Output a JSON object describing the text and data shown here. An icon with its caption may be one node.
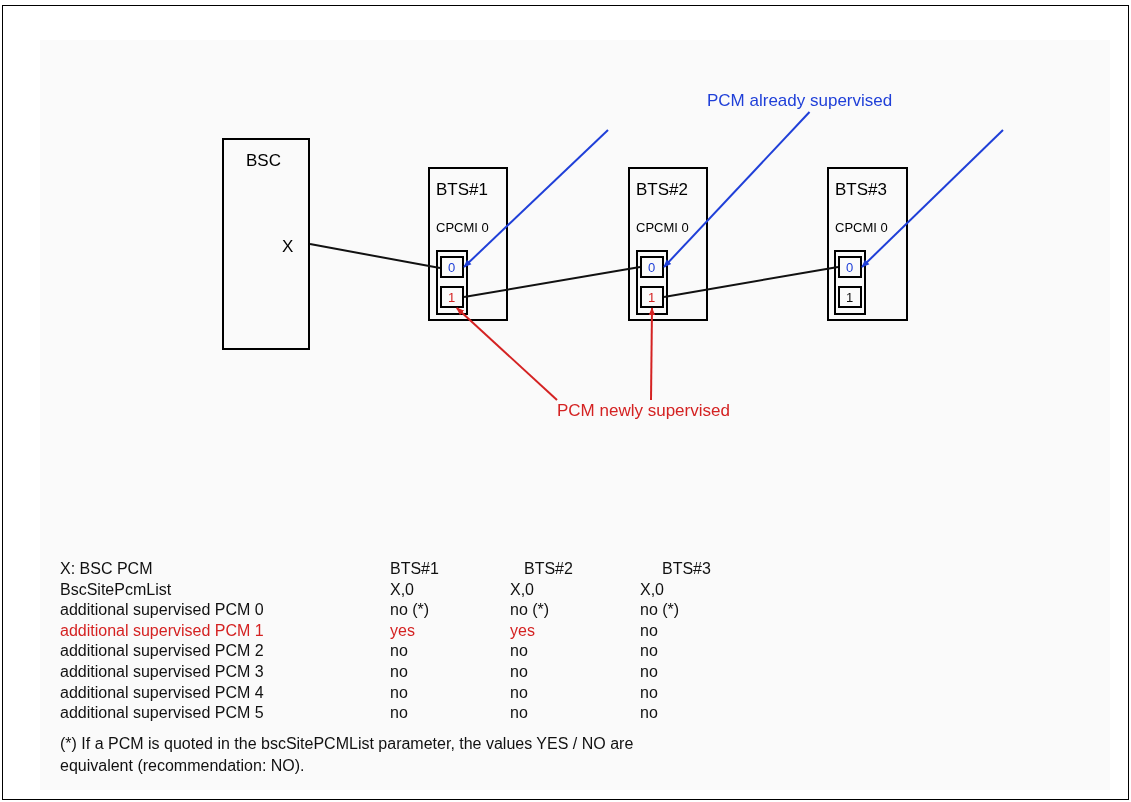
{
  "diagram": {
    "nodes": [
      {
        "text": [
          "BSC",
          "X"
        ]
      },
      {
        "text": [
          "BTS#1",
          "CPCMI 0"
        ]
      },
      {
        "text": [],
        "shape": "box",
        "in": 1
      },
      {
        "text": [
          "0"
        ],
        "in": 2
      },
      {
        "text": [
          "1"
        ],
        "in": 2
      },
      {
        "text": [
          "BTS#2",
          "CPCMI 0"
        ]
      },
      {
        "text": [],
        "shape": "box",
        "in": 5
      },
      {
        "text": [
          "0"
        ],
        "in": 6
      },
      {
        "text": [
          "1"
        ],
        "in": 6
      },
      {
        "text": [
          "BTS#3",
          "CPCMI 0"
        ]
      },
      {
        "text": [],
        "shape": "box",
        "in": 9
      },
      {
        "text": [
          "0"
        ],
        "in": 10
      },
      {
        "text": [
          "1"
        ],
        "in": 10
      },
      {
        "text": [
          "PCM already supervised"
        ]
      },
      {
        "text": [
          "PCM newly supervised"
        ]
      }
    ],
    "edges": [
      {
        "from": 0,
        "to": 3,
        "arrow": "none"
      },
      {
        "from": 4,
        "to": 7,
        "arrow": "none"
      },
      {
        "from": 8,
        "to": 11,
        "arrow": "none"
      },
      {
        "from": null,
        "to": 3,
        "arrow": "to",
        "color": "#1f3fd8"
      },
      {
        "from": 13,
        "to": 7,
        "arrow": "to",
        "color": "#1f3fd8"
      },
      {
        "from": null,
        "to": 11,
        "arrow": "to",
        "color": "#1f3fd8"
      },
      {
        "from": 14,
        "to": 4,
        "arrow": "to",
        "color": "#d42222"
      },
      {
        "from": 14,
        "to": 8,
        "arrow": "to",
        "color": "#d42222"
      }
    ],
    "labels": [
      "X: BSC PCM",
      "BTS#1",
      "BTS#2",
      "BTS#3",
      "BscSitePcmList",
      "X,0",
      "X,0",
      "X,0",
      "additional supervised PCM 0",
      "no (*)",
      "no (*)",
      "no (*)",
      "additional supervised PCM 1",
      "yes",
      "yes",
      "no",
      "additional supervised PCM 2",
      "no",
      "no",
      "no",
      "additional supervised PCM 3",
      "no",
      "no",
      "no",
      "additional supervised PCM 4",
      "no",
      "no",
      "no",
      "additional supervised PCM 5",
      "no",
      "no",
      "no",
      "(*) If a PCM is quoted in the bscSitePCMList parameter, the values YES / NO are equivalent (recommendation: NO)."
    ]
  }
}
